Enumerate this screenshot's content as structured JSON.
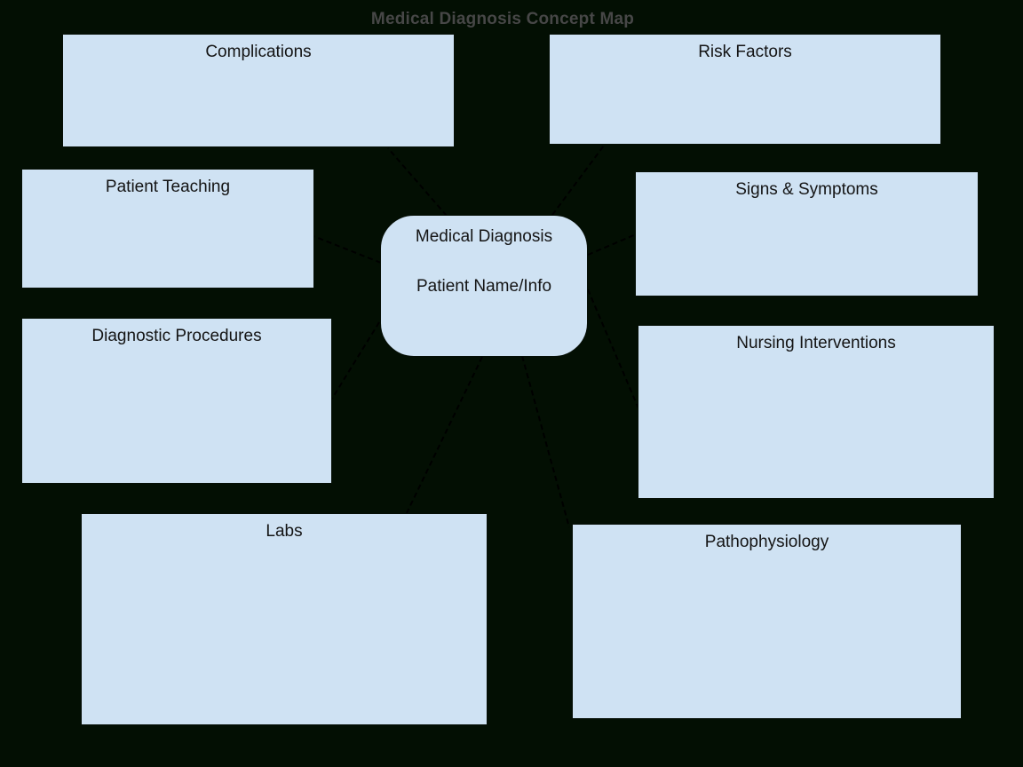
{
  "title": "Medical Diagnosis Concept Map",
  "colors": {
    "background": "#030f03",
    "node_fill": "#cfe2f3",
    "node_text": "#141414",
    "title_text": "#474747",
    "connector": "#000000"
  },
  "center_node": {
    "title": "Medical Diagnosis",
    "subtitle": "Patient Name/Info"
  },
  "nodes": {
    "complications": {
      "label": "Complications"
    },
    "risk_factors": {
      "label": "Risk Factors"
    },
    "patient_teaching": {
      "label": "Patient Teaching"
    },
    "signs_symptoms": {
      "label": "Signs & Symptoms"
    },
    "diagnostic_procedures": {
      "label": "Diagnostic Procedures"
    },
    "nursing_interventions": {
      "label": "Nursing Interventions"
    },
    "labs": {
      "label": "Labs"
    },
    "pathophysiology": {
      "label": "Pathophysiology"
    }
  },
  "edges": [
    {
      "from": "center",
      "to": "complications"
    },
    {
      "from": "center",
      "to": "risk_factors"
    },
    {
      "from": "center",
      "to": "patient_teaching"
    },
    {
      "from": "center",
      "to": "signs_symptoms"
    },
    {
      "from": "center",
      "to": "diagnostic_procedures"
    },
    {
      "from": "center",
      "to": "nursing_interventions"
    },
    {
      "from": "center",
      "to": "labs"
    },
    {
      "from": "center",
      "to": "pathophysiology"
    }
  ]
}
